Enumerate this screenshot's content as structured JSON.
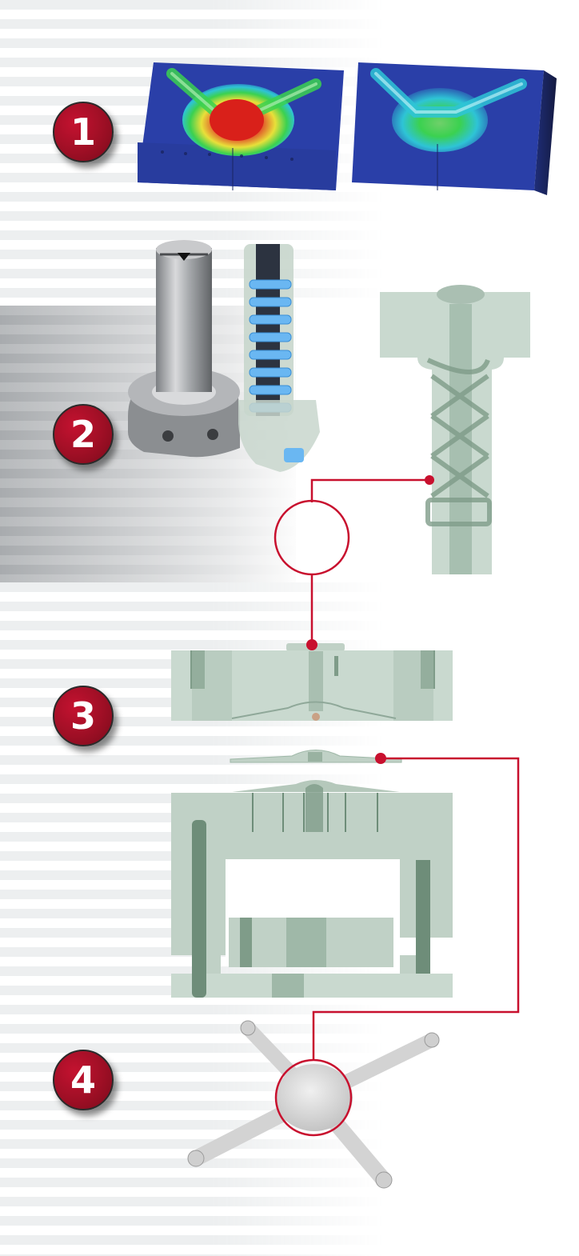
{
  "diagram": {
    "type": "process-infographic",
    "subject": "injection mold design with 3D-printed conformal cooling insert",
    "accent_color": "#c8102e",
    "steps": [
      {
        "number": "1",
        "label": "thermal simulation of mold halves",
        "images": [
          "mold-half-heatmap-hot",
          "mold-half-heatmap-cooled"
        ]
      },
      {
        "number": "2",
        "label": "conformal cooling core insert",
        "images": [
          "metal-core-insert",
          "cutaway-helical-cooling-channel",
          "transparent-insert-double-helix"
        ]
      },
      {
        "number": "3",
        "label": "mold assembly cross-section",
        "images": [
          "top-clamp-plate-section",
          "molded-part-side-view",
          "mold-base-section"
        ]
      },
      {
        "number": "4",
        "label": "final molded part",
        "images": [
          "four-arm-molded-part"
        ]
      }
    ],
    "callouts": [
      {
        "from": "transparent-insert-double-helix",
        "to": "top-clamp-plate-section",
        "marker": "open-circle"
      },
      {
        "from": "molded-part-side-view",
        "to": "four-arm-molded-part",
        "marker": "circle-highlight"
      }
    ],
    "heatmap_colors": {
      "cold": "#2a3fa8",
      "cool": "#2ec4d6",
      "mid": "#3bd150",
      "warm": "#e8e03a",
      "hot": "#d9201a"
    },
    "mold_tint": "#c9d9cf"
  }
}
